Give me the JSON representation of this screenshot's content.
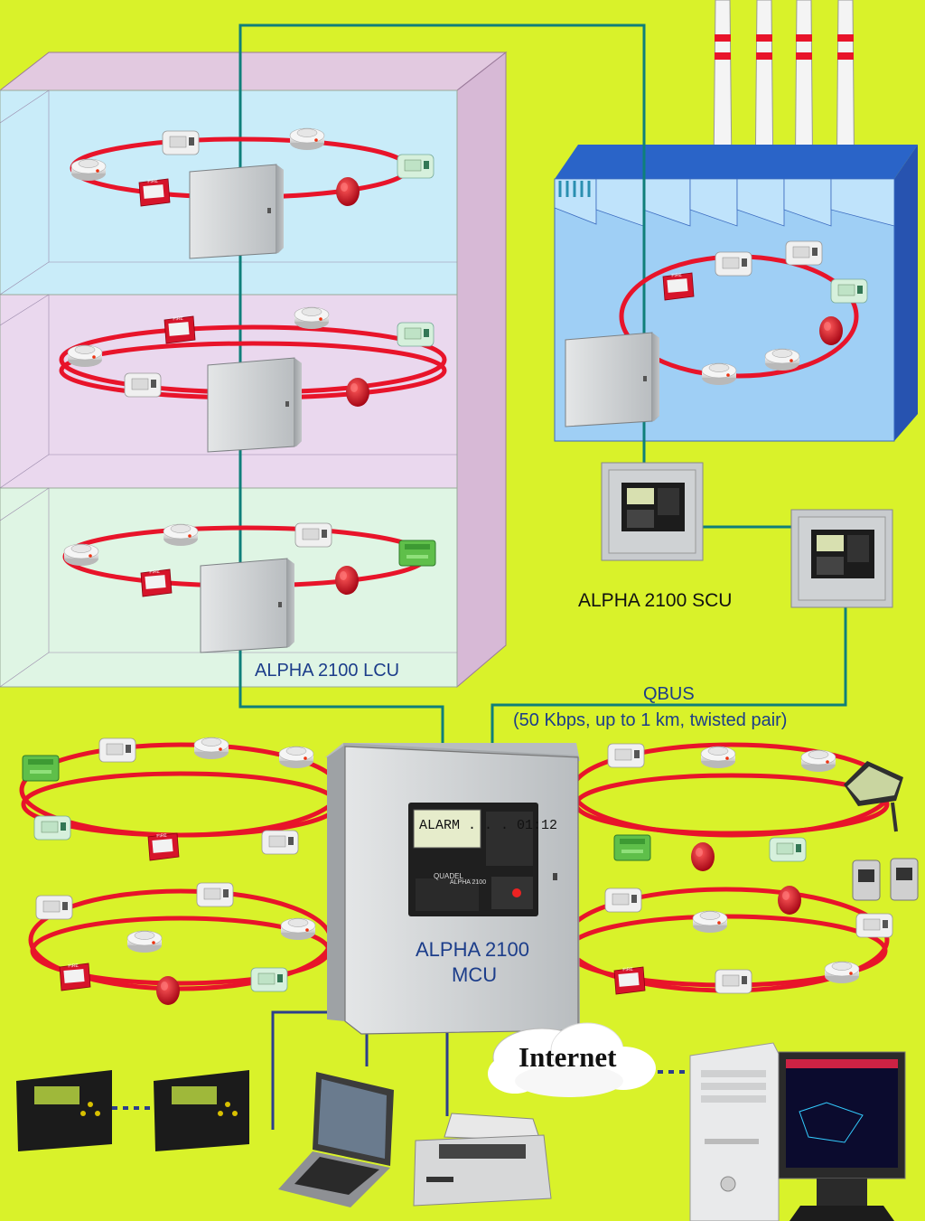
{
  "diagram": {
    "labels": {
      "lcu": "ALPHA 2100  LCU",
      "scu": "ALPHA 2100  SCU",
      "qbus": "QBUS",
      "qbus_spec": "(50 Kbps, up to 1 km, twisted pair)",
      "mcu_line1": "ALPHA 2100",
      "mcu_line2": "MCU",
      "internet": "Internet",
      "panel_display": "ALARM . . . 01:12",
      "panel_brand": "QUADEL",
      "panel_model": "ALPHA 2100"
    },
    "colors": {
      "background": "#d9f22a",
      "loop": "#e8142a",
      "qbus_line": "#0f7f7a",
      "device_link": "#2c3e8c",
      "building_side": "#d7b9d6",
      "floor_top": "#c9ecf9",
      "floor_middle": "#ead8ee",
      "floor_bottom": "#dff5e4",
      "factory": "#9fcff5",
      "factory_roof": "#2a64c8",
      "cabinet": "#c9ccce"
    },
    "icons": [
      "smoke-detector-icon",
      "manual-call-point-icon",
      "sounder-icon",
      "module-icon",
      "control-cabinet-icon",
      "laptop-icon",
      "printer-icon",
      "computer-icon",
      "terminal-icon",
      "cloud-icon"
    ]
  }
}
